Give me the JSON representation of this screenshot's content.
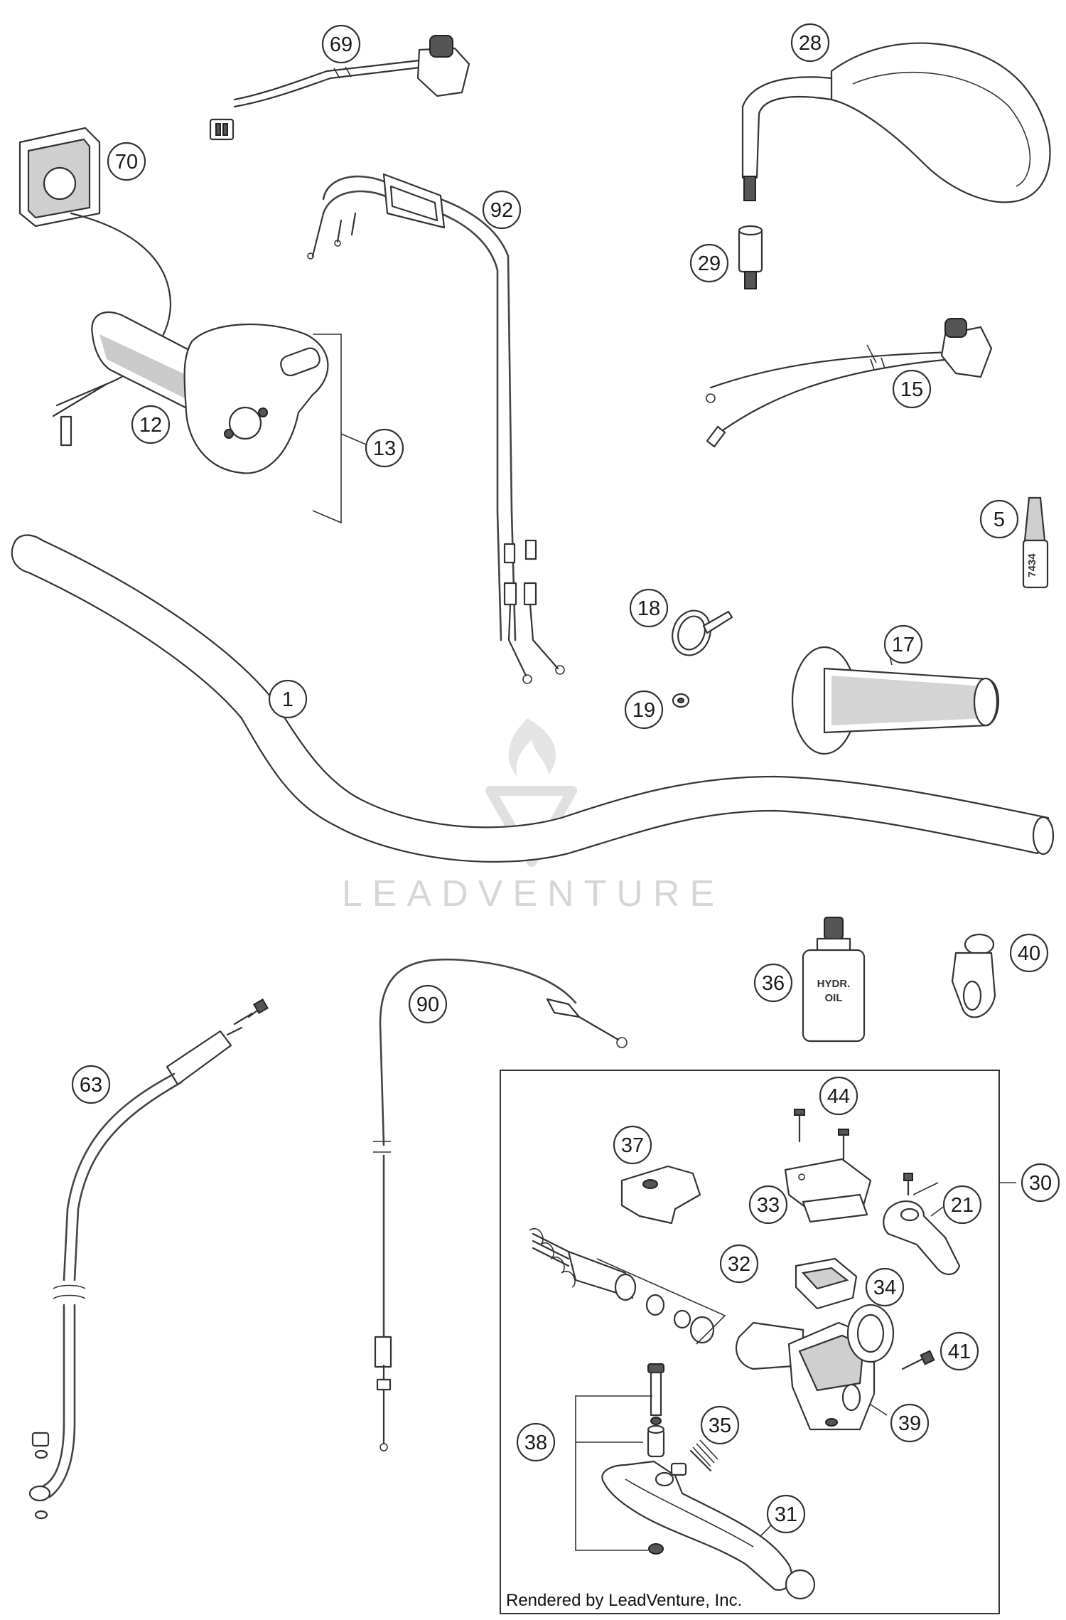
{
  "callouts": [
    {
      "id": "c69",
      "label": "69"
    },
    {
      "id": "c70",
      "label": "70"
    },
    {
      "id": "c92",
      "label": "92"
    },
    {
      "id": "c28",
      "label": "28"
    },
    {
      "id": "c29",
      "label": "29"
    },
    {
      "id": "c12",
      "label": "12"
    },
    {
      "id": "c13",
      "label": "13"
    },
    {
      "id": "c15",
      "label": "15"
    },
    {
      "id": "c5",
      "label": "5"
    },
    {
      "id": "c18",
      "label": "18"
    },
    {
      "id": "c17",
      "label": "17"
    },
    {
      "id": "c1",
      "label": "1"
    },
    {
      "id": "c19",
      "label": "19"
    },
    {
      "id": "c36",
      "label": "36"
    },
    {
      "id": "c40",
      "label": "40"
    },
    {
      "id": "c90",
      "label": "90"
    },
    {
      "id": "c63",
      "label": "63"
    },
    {
      "id": "c44",
      "label": "44"
    },
    {
      "id": "c37",
      "label": "37"
    },
    {
      "id": "c30",
      "label": "30"
    },
    {
      "id": "c33",
      "label": "33"
    },
    {
      "id": "c21",
      "label": "21"
    },
    {
      "id": "c32",
      "label": "32"
    },
    {
      "id": "c34",
      "label": "34"
    },
    {
      "id": "c41",
      "label": "41"
    },
    {
      "id": "c39",
      "label": "39"
    },
    {
      "id": "c35",
      "label": "35"
    },
    {
      "id": "c38",
      "label": "38"
    },
    {
      "id": "c31",
      "label": "31"
    }
  ],
  "part_labels": {
    "cap_number": "7434",
    "oil_bottle_line1": "HYDR.",
    "oil_bottle_line2": "OIL"
  },
  "watermark": {
    "text": "LEADVENTURE"
  },
  "credit": "Rendered by LeadVenture, Inc."
}
